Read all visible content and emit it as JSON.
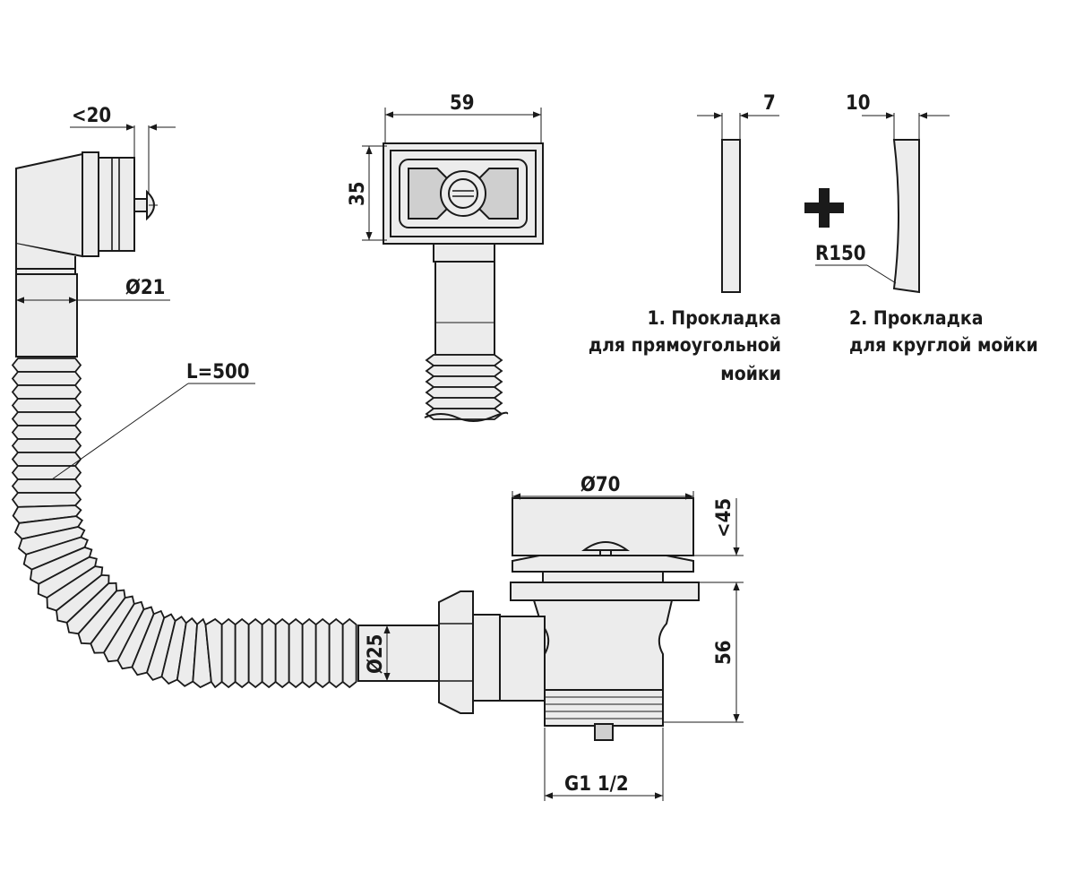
{
  "dimensions": {
    "overflow_depth": "<20",
    "overflow_diameter": "Ø21",
    "hose_length": "L=500",
    "overflow_width": "59",
    "overflow_height": "35",
    "gasket1_thickness": "7",
    "gasket2_thickness": "10",
    "gasket2_radius": "R150",
    "strainer_diameter": "Ø70",
    "strainer_height": "<45",
    "outlet_diameter": "Ø25",
    "body_height": "56",
    "thread": "G1 1/2"
  },
  "captions": {
    "gasket1": [
      "1. Прокладка",
      "для прямоугольной",
      "мойки"
    ],
    "gasket2": [
      "2. Прокладка",
      "для круглой мойки"
    ]
  },
  "symbols": {
    "plus": "plus-icon"
  }
}
